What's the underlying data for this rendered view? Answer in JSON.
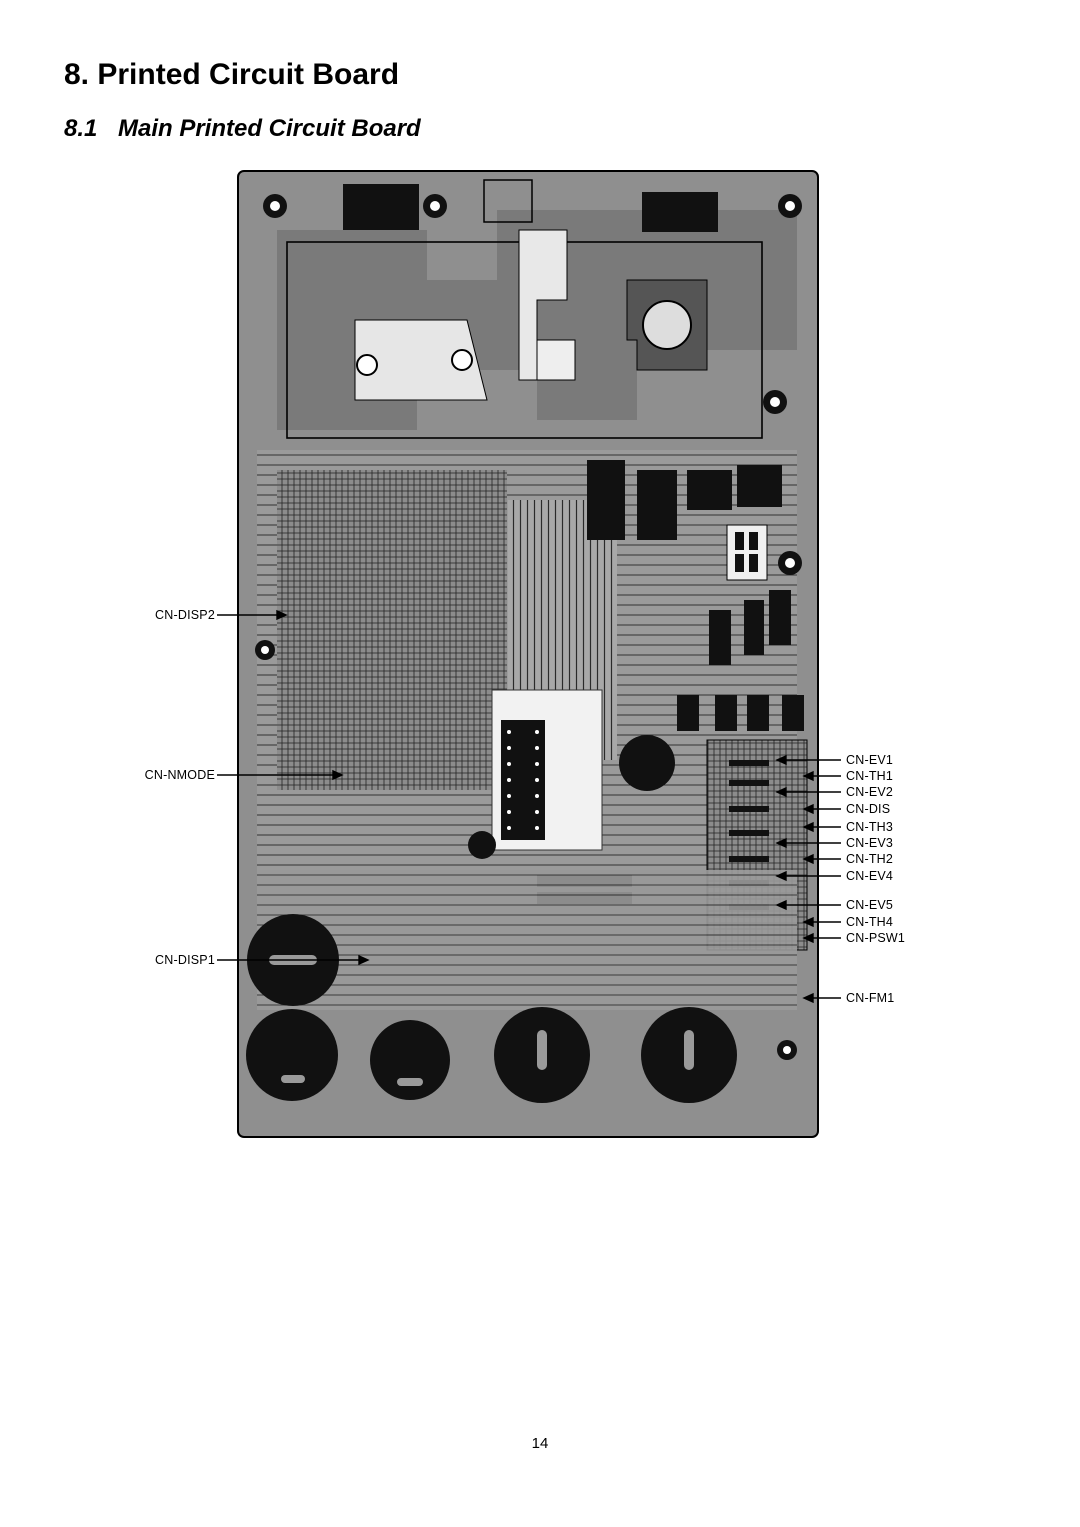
{
  "heading": {
    "section": "8. Printed Circuit Board",
    "subsection_number": "8.1",
    "subsection_title": "Main Printed Circuit Board"
  },
  "left_labels": [
    "CN-DISP2",
    "CN-NMODE",
    "CN-DISP1"
  ],
  "right_labels": [
    "CN-EV1",
    "CN-TH1",
    "CN-EV2",
    "CN-DIS",
    "CN-TH3",
    "CN-EV3",
    "CN-TH2",
    "CN-EV4",
    "CN-EV5",
    "CN-TH4",
    "CN-PSW1",
    "CN-FM1"
  ],
  "page_number": "14"
}
